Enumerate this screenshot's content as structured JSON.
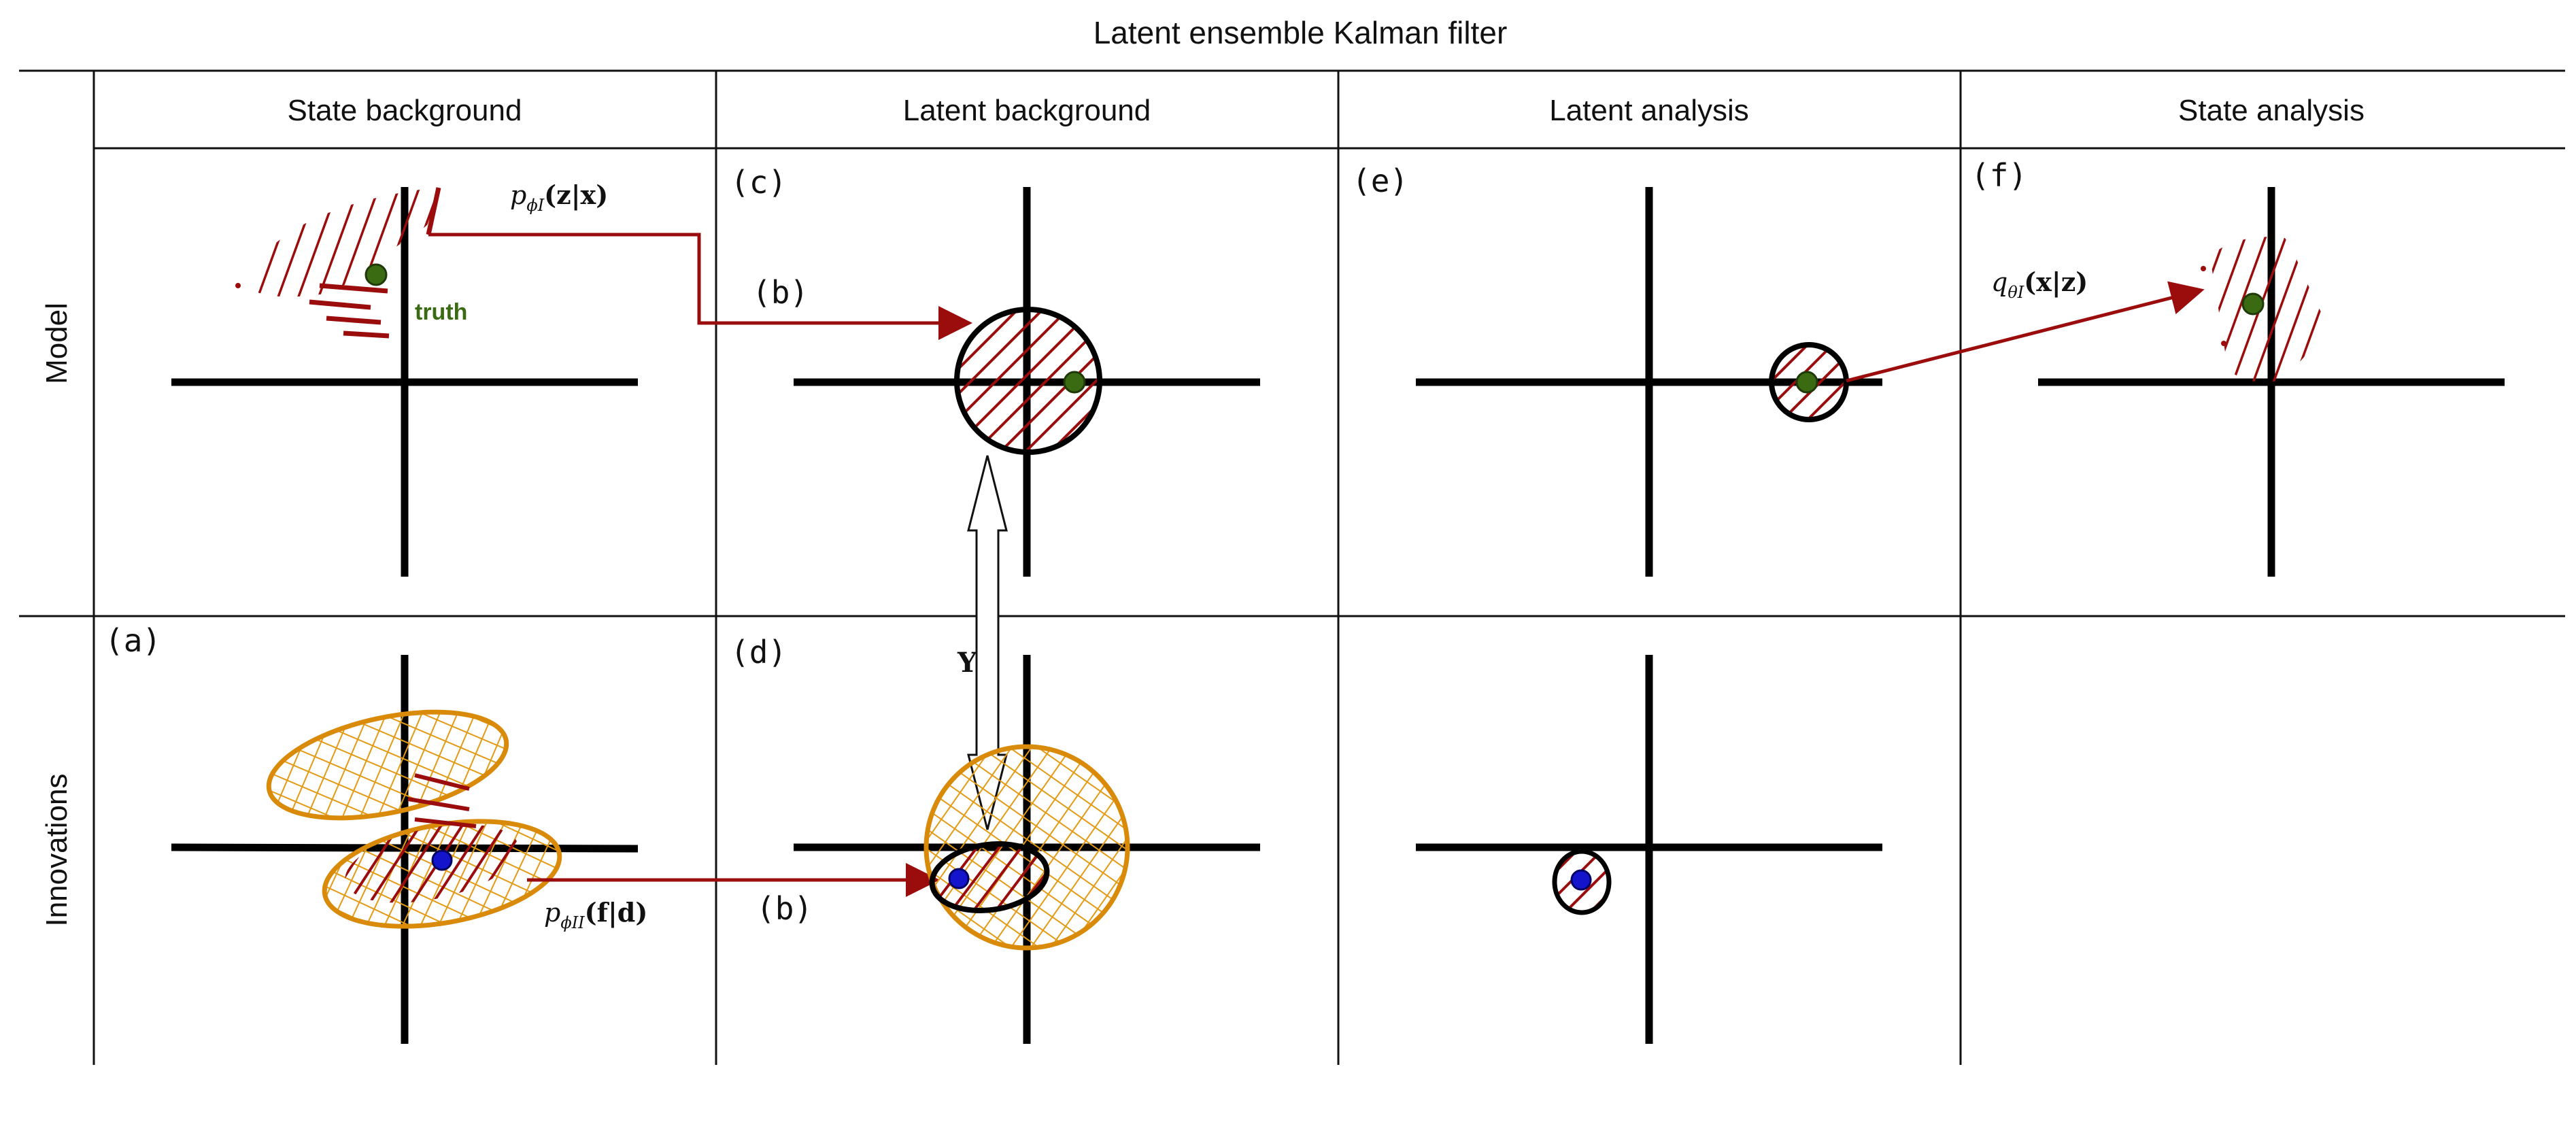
{
  "title": "Latent ensemble Kalman filter",
  "columns": [
    "State background",
    "Latent background",
    "Latent analysis",
    "State analysis"
  ],
  "rows": [
    "Model",
    "Innovations"
  ],
  "panel_labels": {
    "a": "(a)",
    "b": "(b)",
    "c": "(c)",
    "d": "(d)",
    "e": "(e)",
    "f": "(f)"
  },
  "annotations": {
    "truth": "truth",
    "encoder_model": "p",
    "encoder_model_sub": "ϕI",
    "encoder_model_arg": "(z|x)",
    "encoder_innov": "p",
    "encoder_innov_sub": "ϕII",
    "encoder_innov_arg": "(f|d)",
    "decoder": "q",
    "decoder_sub": "θI",
    "decoder_arg": "(x|z)",
    "observation": "Y"
  },
  "colors": {
    "model_hatch": "#9b0d0d",
    "innovation_hatch": "#e39a14",
    "truth_point": "#3a6b12",
    "observation_point": "#1414cc",
    "arrow": "#9b0d0d",
    "truth_label": "#3a6b12"
  }
}
